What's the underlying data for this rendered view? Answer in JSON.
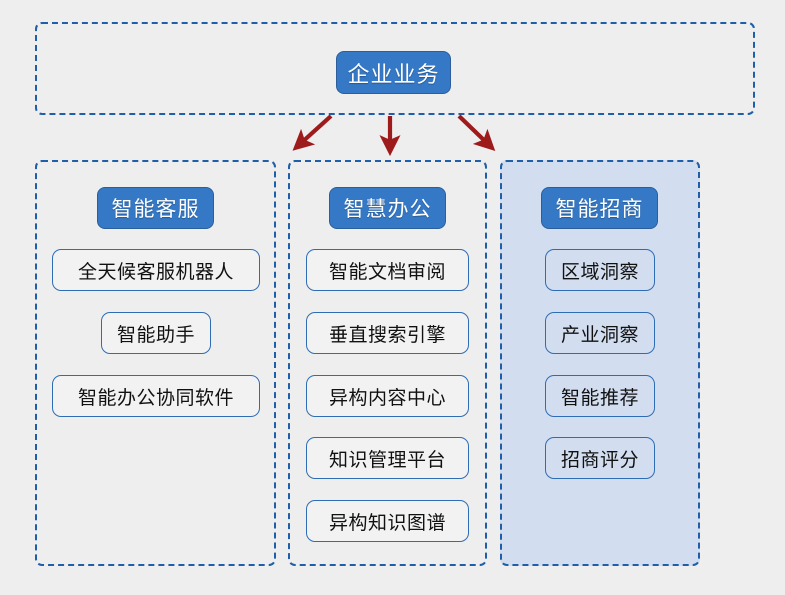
{
  "diagram": {
    "title_node": {
      "label": "企业业务"
    },
    "background_color": "#EEEEEE",
    "accent_color": "#3579C6",
    "border_color": "#1F5FA9",
    "arrow_color": "#9E1B1B",
    "highlight_fill": "#D2DEF0",
    "connectors": [
      {
        "name": "arrow-to-left-branch",
        "direction": "down-left"
      },
      {
        "name": "arrow-to-middle-branch",
        "direction": "down"
      },
      {
        "name": "arrow-to-right-branch",
        "direction": "down-right"
      }
    ],
    "branches": [
      {
        "id": "customer-service",
        "header": "智能客服",
        "highlighted": false,
        "items": [
          "全天候客服机器人",
          "智能助手",
          "智能办公协同软件"
        ]
      },
      {
        "id": "smart-office",
        "header": "智慧办公",
        "highlighted": false,
        "items": [
          "智能文档审阅",
          "垂直搜索引擎",
          "异构内容中心",
          "知识管理平台",
          "异构知识图谱"
        ]
      },
      {
        "id": "smart-investment",
        "header": "智能招商",
        "highlighted": true,
        "items": [
          "区域洞察",
          "产业洞察",
          "智能推荐",
          "招商评分"
        ]
      }
    ]
  }
}
